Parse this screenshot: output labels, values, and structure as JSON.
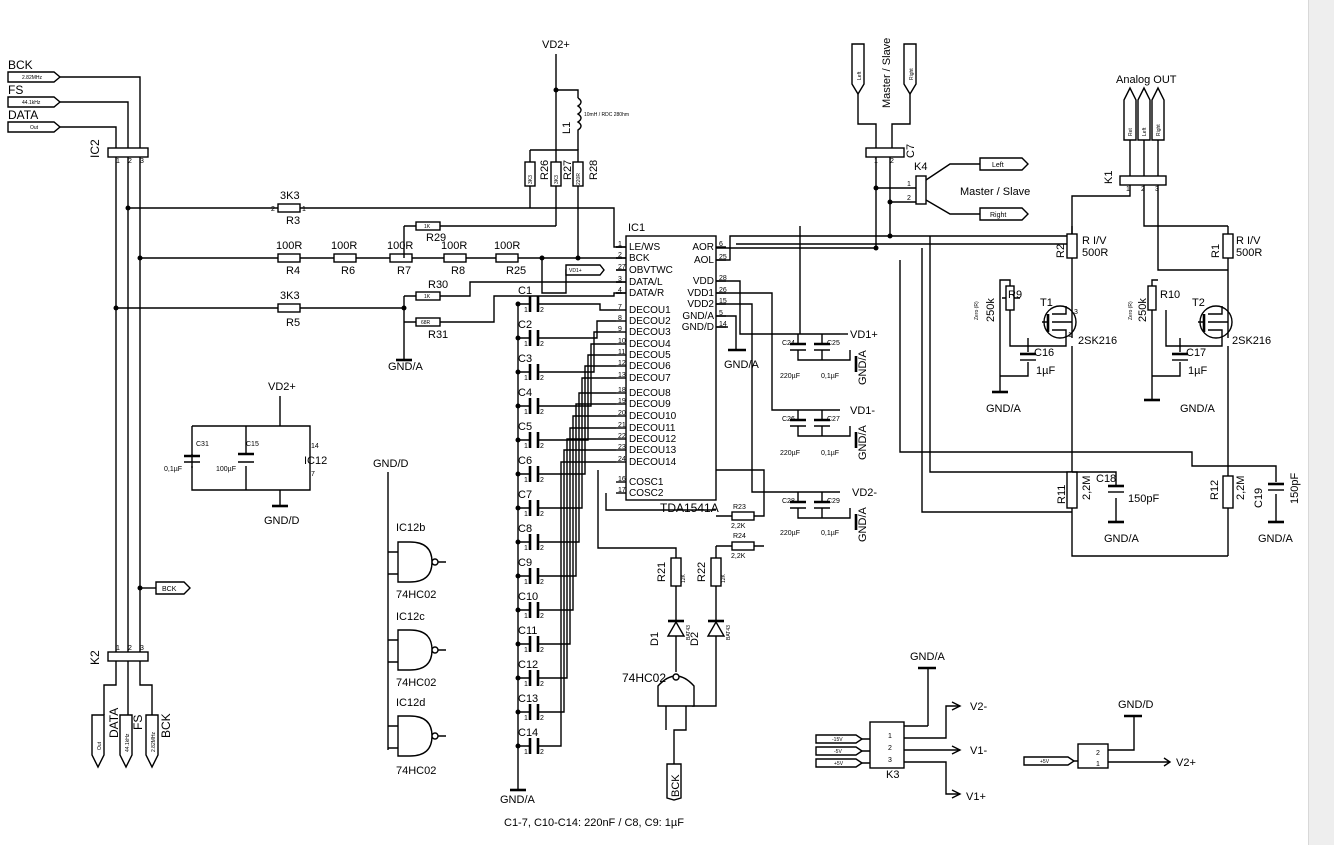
{
  "inputs": {
    "bck": "BCK",
    "bck_freq": "2.82MHz",
    "fs": "FS",
    "fs_freq": "44.1kHz",
    "data": "DATA",
    "data_hint": "Out"
  },
  "nets": {
    "vd2p": "VD2+",
    "vd1p": "VD1+",
    "vd1m": "VD1-",
    "vd2m": "VD2-",
    "gnd_a": "GND/A",
    "gnd_d": "GND/D",
    "bck": "BCK",
    "left": "Left",
    "right": "Right",
    "ret": "Ret",
    "v2m": "V2-",
    "v1m": "V1-",
    "v1p": "V1+",
    "v2p": "V2+"
  },
  "labels": {
    "master_slave": "Master / Slave",
    "analog_out": "Analog OUT"
  },
  "ic1": {
    "ref": "IC1",
    "part": "TDA1541A",
    "left_pins": [
      {
        "name": "LE/WS",
        "num": "1"
      },
      {
        "name": "BCK",
        "num": "2"
      },
      {
        "name": "OBVTWC",
        "num": "27"
      },
      {
        "name": "DATA/L",
        "num": "3"
      },
      {
        "name": "DATA/R",
        "num": "4"
      },
      {
        "name": "DECOU1",
        "num": "7"
      },
      {
        "name": "DECOU2",
        "num": "8"
      },
      {
        "name": "DECOU3",
        "num": "9"
      },
      {
        "name": "DECOU4",
        "num": "10"
      },
      {
        "name": "DECOU5",
        "num": "11"
      },
      {
        "name": "DECOU6",
        "num": "12"
      },
      {
        "name": "DECOU7",
        "num": "13"
      },
      {
        "name": "DECOU8",
        "num": "18"
      },
      {
        "name": "DECOU9",
        "num": "19"
      },
      {
        "name": "DECOU10",
        "num": "20"
      },
      {
        "name": "DECOU11",
        "num": "21"
      },
      {
        "name": "DECOU12",
        "num": "22"
      },
      {
        "name": "DECOU13",
        "num": "23"
      },
      {
        "name": "DECOU14",
        "num": "24"
      },
      {
        "name": "COSC1",
        "num": "16"
      },
      {
        "name": "COSC2",
        "num": "17"
      }
    ],
    "right_pins": [
      {
        "name": "AOR",
        "num": "6"
      },
      {
        "name": "AOL",
        "num": "25"
      },
      {
        "name": "VDD",
        "num": "28"
      },
      {
        "name": "VDD1",
        "num": "26"
      },
      {
        "name": "VDD2",
        "num": "15"
      },
      {
        "name": "GND/A",
        "num": "5"
      },
      {
        "name": "GND/D",
        "num": "14"
      }
    ]
  },
  "caps": [
    "C1",
    "C2",
    "C3",
    "C4",
    "C5",
    "C6",
    "C7",
    "C8",
    "C9",
    "C10",
    "C11",
    "C12",
    "C13",
    "C14"
  ],
  "notes": {
    "caps": "C1-7, C10-C14: 220nF / C8, C9: 1µF"
  },
  "supply": {
    "m15": "-15V",
    "m5": "-5V",
    "p5": "+5V"
  },
  "components": {
    "ic2": "IC2",
    "k2": "K2",
    "k1": "K1",
    "k3": "K3",
    "k4": "K4",
    "c7": "C7",
    "r3": "R3",
    "r3_val": "3K3",
    "r4": "R4",
    "r4_val": "100R",
    "r5": "R5",
    "r5_val": "3K3",
    "r6": "R6",
    "r6_val": "100R",
    "r7": "R7",
    "r7_val": "100R",
    "r8": "R8",
    "r8_val": "100R",
    "r25": "R25",
    "r25_val": "100R",
    "r29": "R29",
    "r29_val": "1K",
    "r30": "R30",
    "r30_val": "1K",
    "r31": "R31",
    "r31_val": "68R",
    "l1": "L1",
    "l1_spec": "10mH / RDC 280hm",
    "r26": "R26",
    "r26_val": "3K3",
    "r27": "R27",
    "r27_val": "3K3",
    "r28": "R28",
    "r28_val": "220R",
    "c24": "C24",
    "c25": "C25",
    "c26": "C26",
    "c27": "C27",
    "c28": "C28",
    "c29": "C29",
    "c24_val": "220µF",
    "c25_val": "0,1µF",
    "r23": "R23",
    "r23_val": "2,2K",
    "r24": "R24",
    "r24_val": "2,2K",
    "r21": "R21",
    "r21_val": "12K",
    "r22": "R22",
    "r22_val": "12K",
    "d1": "D1",
    "d2": "D2",
    "d_type": "BAT43",
    "gate_type": "74HC02",
    "ic12": "IC12",
    "ic12b": "IC12b",
    "ic12c": "IC12c",
    "ic12d": "IC12d",
    "c31": "C31",
    "c31_val": "0,1µF",
    "c15": "C15",
    "c15_val": "100µF",
    "r1": "R1",
    "r2": "R2",
    "r_iv": "R I/V",
    "r_iv_val": "500R",
    "t1": "T1",
    "t2": "T2",
    "t_type": "2SK216",
    "r9": "R9",
    "r9_val": "250k",
    "r10": "R10",
    "r10_val": "250k",
    "zero_r": "Zero (R)",
    "c16": "C16",
    "c17": "C17",
    "c_1uf": "1µF",
    "r11": "R11",
    "r12": "R12",
    "r_2m": "2,2M",
    "c18": "C18",
    "c19": "C19",
    "c_150pf": "150pF"
  }
}
